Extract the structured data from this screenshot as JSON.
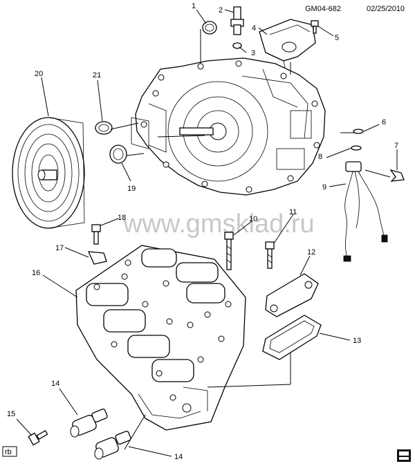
{
  "header": {
    "code": "GM04-682",
    "date": "02/25/2010"
  },
  "watermark": "www.gmsklad.ru",
  "corner_tag": "rb",
  "callouts": {
    "c1": "1",
    "c2": "2",
    "c3": "3",
    "c4": "4",
    "c5": "5",
    "c6": "6",
    "c7": "7",
    "c8": "8",
    "c9": "9",
    "c10": "10",
    "c11": "11",
    "c12": "12",
    "c13": "13",
    "c14a": "14",
    "c14b": "14",
    "c15": "15",
    "c16": "16",
    "c17": "17",
    "c18": "18",
    "c19": "19",
    "c20": "20",
    "c21": "21"
  },
  "icons": {
    "corner_badge": "book-icon"
  }
}
